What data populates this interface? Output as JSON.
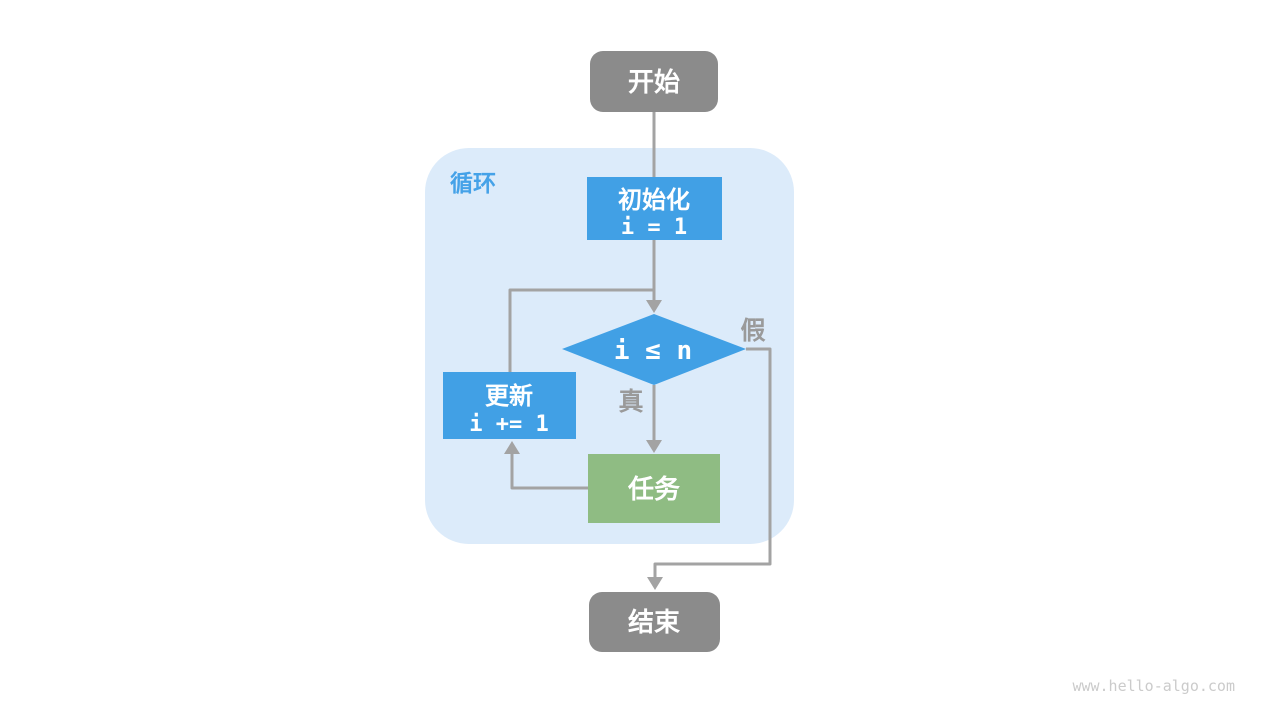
{
  "diagram": {
    "type": "flowchart",
    "description": "while-loop control flow",
    "container_label": "循环",
    "nodes": {
      "start": "开始",
      "init_line1": "初始化",
      "init_line2": "i = 1",
      "condition": "i ≤ n",
      "update_line1": "更新",
      "update_line2": "i += 1",
      "task": "任务",
      "end": "结束"
    },
    "edge_labels": {
      "true_branch": "真",
      "false_branch": "假"
    }
  },
  "colors": {
    "terminal_gray": "#8b8b8b",
    "process_blue": "#41a0e5",
    "task_green": "#8fbc83",
    "container_fill": "#dcebfa",
    "edge_gray": "#a3a3a3",
    "branch_label_gray": "#9a9a9a",
    "container_label_blue": "#45a2e8",
    "watermark_gray": "#cbcbcb"
  },
  "footer": {
    "watermark": "www.hello-algo.com"
  }
}
